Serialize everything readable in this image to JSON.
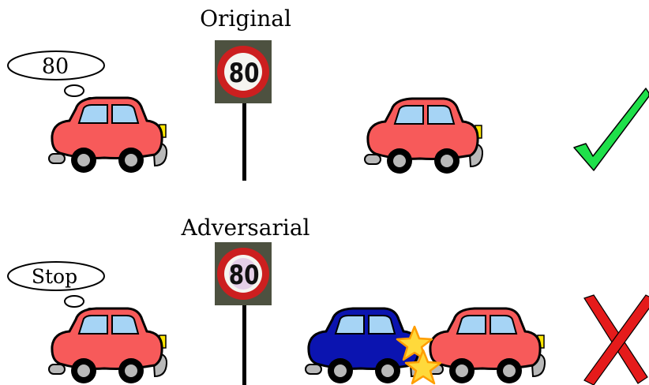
{
  "rows": {
    "original": {
      "title": "Original",
      "thought": "80",
      "sign_text": "80",
      "outcome": "check-icon"
    },
    "adversarial": {
      "title": "Adversarial",
      "thought": "Stop",
      "sign_text": "80",
      "outcome": "cross-icon"
    }
  },
  "colors": {
    "car_body": "#f75a5a",
    "car_window": "#a6d4f5",
    "blue_car_body": "#0b14b0",
    "sign_ring": "#cc1f1f",
    "check": "#1fe04a",
    "cross": "#e51b1b",
    "star": "#ffd93b"
  }
}
